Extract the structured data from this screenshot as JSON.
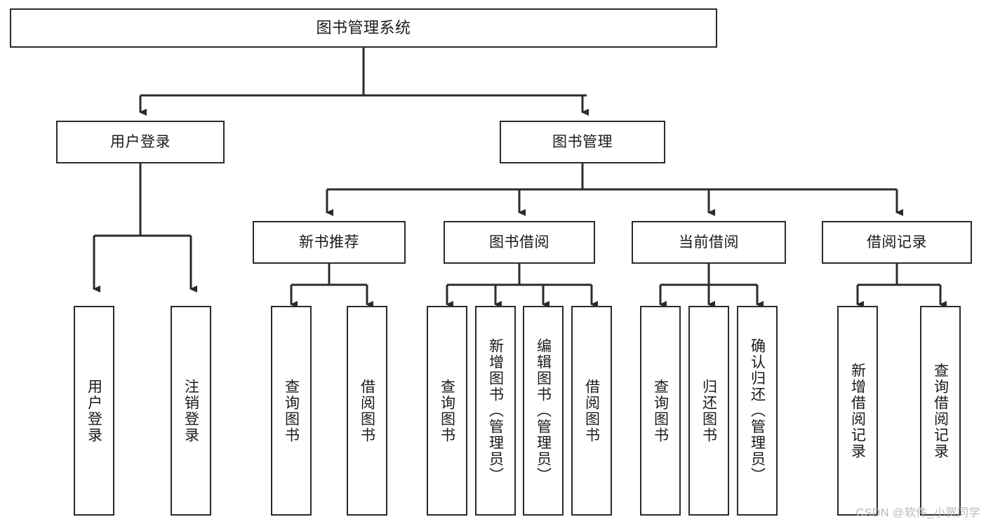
{
  "diagram": {
    "type": "tree-hierarchy",
    "title": "图书管理系统",
    "watermark": "CSDN @软件_小贺同学",
    "colors": {
      "box_border": "#2b2b2b",
      "box_fill": "#ffffff",
      "connector": "#2b2b2b",
      "text": "#1a1a1a",
      "watermark": "#b8b8b8",
      "background": "#ffffff"
    },
    "nodes": {
      "root": {
        "label": "图书管理系统"
      },
      "level1": [
        {
          "label": "用户登录"
        },
        {
          "label": "图书管理"
        }
      ],
      "level2": [
        {
          "label": "新书推荐"
        },
        {
          "label": "图书借阅"
        },
        {
          "label": "当前借阅"
        },
        {
          "label": "借阅记录"
        }
      ],
      "leaves": {
        "user_login": [
          {
            "label": "用户登录"
          },
          {
            "label": "注销登录"
          }
        ],
        "new_book_recommend": [
          {
            "label": "查询图书"
          },
          {
            "label": "借阅图书"
          }
        ],
        "book_borrow": [
          {
            "label": "查询图书"
          },
          {
            "label": "新增图书（管理员）"
          },
          {
            "label": "编辑图书（管理员）"
          },
          {
            "label": "借阅图书"
          }
        ],
        "current_borrow": [
          {
            "label": "查询图书"
          },
          {
            "label": "归还图书"
          },
          {
            "label": "确认归还（管理员）"
          }
        ],
        "borrow_record": [
          {
            "label": "新增借阅记录"
          },
          {
            "label": "查询借阅记录"
          }
        ]
      }
    }
  }
}
